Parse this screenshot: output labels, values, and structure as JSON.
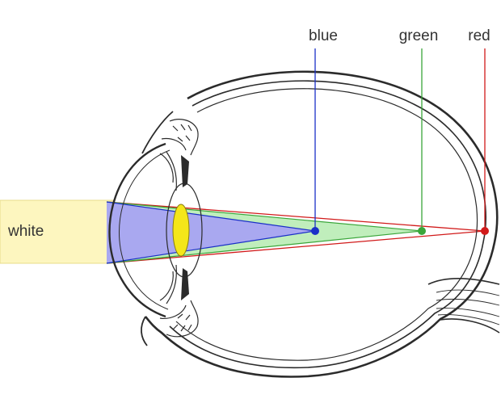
{
  "labels": {
    "blue": "blue",
    "green": "green",
    "red": "red",
    "white": "white"
  },
  "colors": {
    "blue": "#1a2fc8",
    "green": "#3aa63a",
    "red": "#d11a1a",
    "blue_cone": "#a9a8f0",
    "green_cone": "#b9ecb5",
    "white_beam": "#fdf6bf",
    "lens": "#f4e61a",
    "outline": "#2b2b2b"
  },
  "icons": {
    "eye": "eye-cross-section",
    "focal_points": [
      "blue-dot",
      "green-dot",
      "red-dot"
    ]
  }
}
